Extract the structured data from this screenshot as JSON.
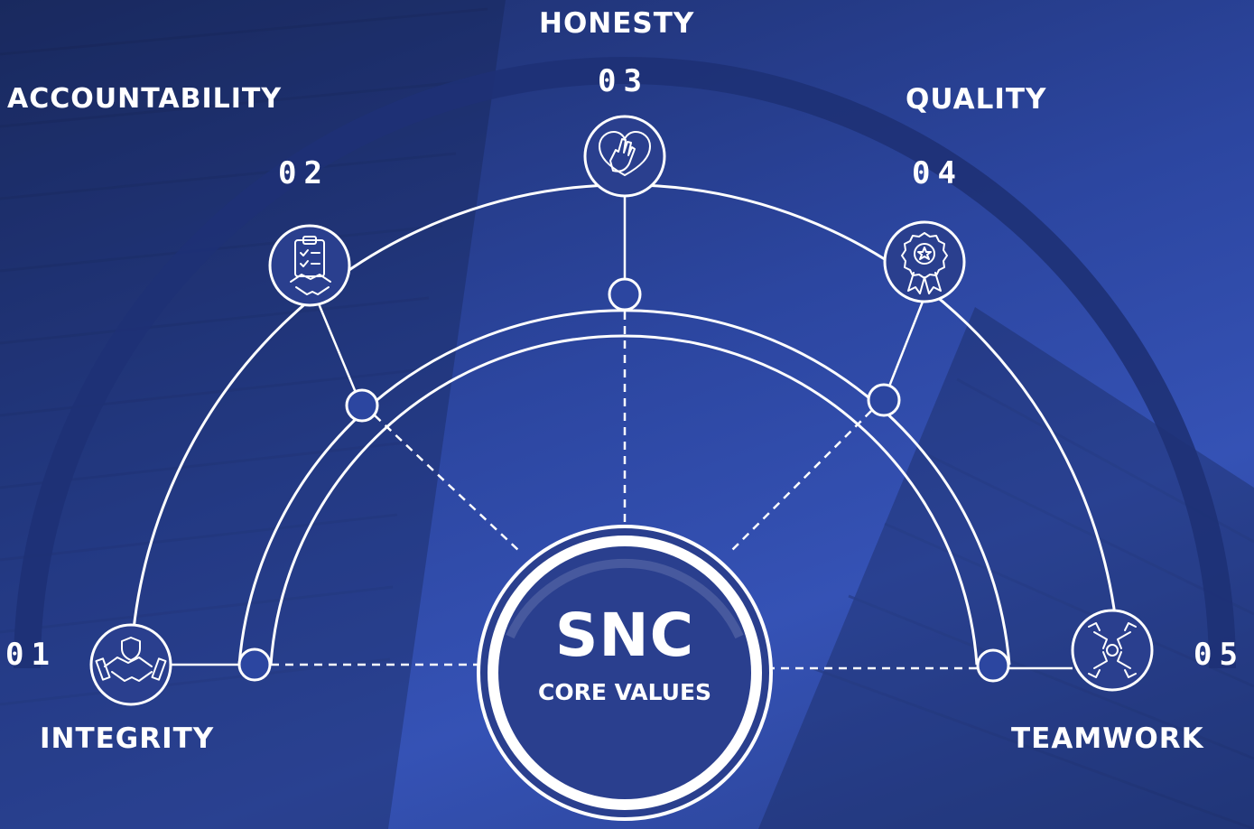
{
  "center": {
    "title": "SNC",
    "subtitle": "CORE VALUES"
  },
  "values": [
    {
      "number": "01",
      "name": "INTEGRITY",
      "icon": "handshake-shield-icon"
    },
    {
      "number": "02",
      "name": "ACCOUNTABILITY",
      "icon": "clipboard-handshake-icon"
    },
    {
      "number": "03",
      "name": "HONESTY",
      "icon": "heart-hand-icon"
    },
    {
      "number": "04",
      "name": "QUALITY",
      "icon": "award-badge-icon"
    },
    {
      "number": "05",
      "name": "TEAMWORK",
      "icon": "linked-hands-icon"
    }
  ],
  "colors": {
    "background": "#2c46a0",
    "center_fill": "#2a3f8e",
    "line": "#ffffff",
    "outer_arc": "#1e3175"
  }
}
